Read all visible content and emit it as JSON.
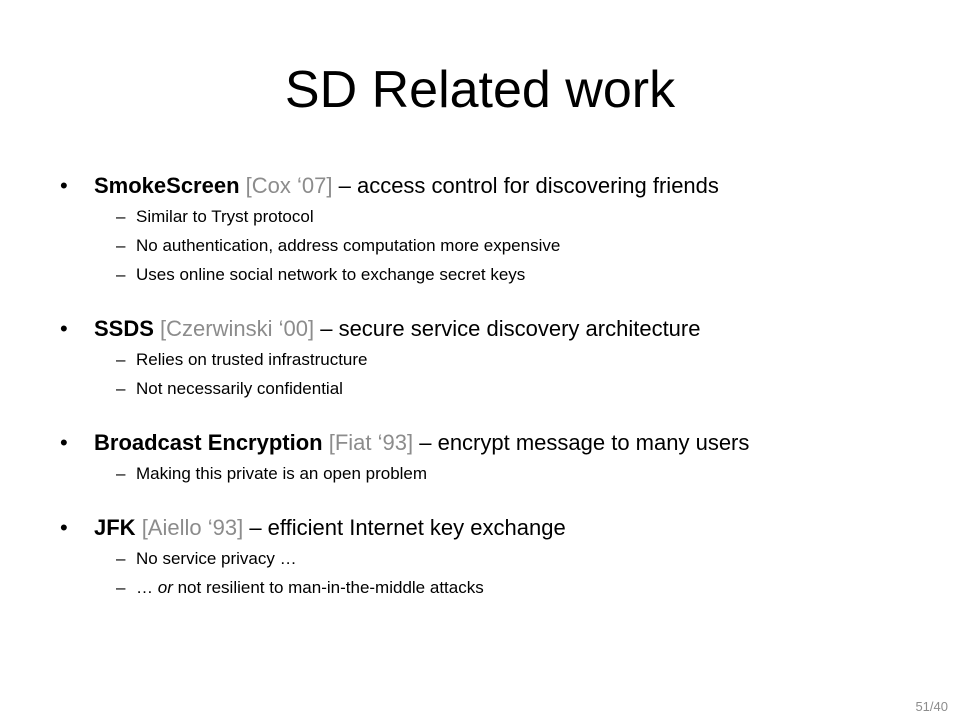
{
  "title": "SD Related work",
  "bullet_symbol": "•",
  "dash_symbol": "–",
  "bullets": [
    {
      "name": "SmokeScreen",
      "citation": "[Cox ‘07]",
      "description": "– access control for discovering friends",
      "subs": [
        "Similar to Tryst protocol",
        "No authentication, address computation more expensive",
        "Uses online social network to exchange secret keys"
      ]
    },
    {
      "name": "SSDS",
      "citation": "[Czerwinski ‘00]",
      "description": "– secure service discovery architecture",
      "subs": [
        "Relies on trusted infrastructure",
        "Not necessarily confidential"
      ]
    },
    {
      "name": "Broadcast Encryption",
      "citation": "[Fiat ‘93]",
      "description": "– encrypt message to many users",
      "subs": [
        "Making this private is an open problem"
      ]
    },
    {
      "name": "JFK",
      "citation": "[Aiello ‘93]",
      "description": "– efficient Internet key exchange",
      "subs": [
        "No service privacy …",
        {
          "prefix": "… ",
          "em": "or",
          "suffix": " not resilient to man-in-the-middle attacks"
        }
      ]
    }
  ],
  "slide_number": "51/40"
}
